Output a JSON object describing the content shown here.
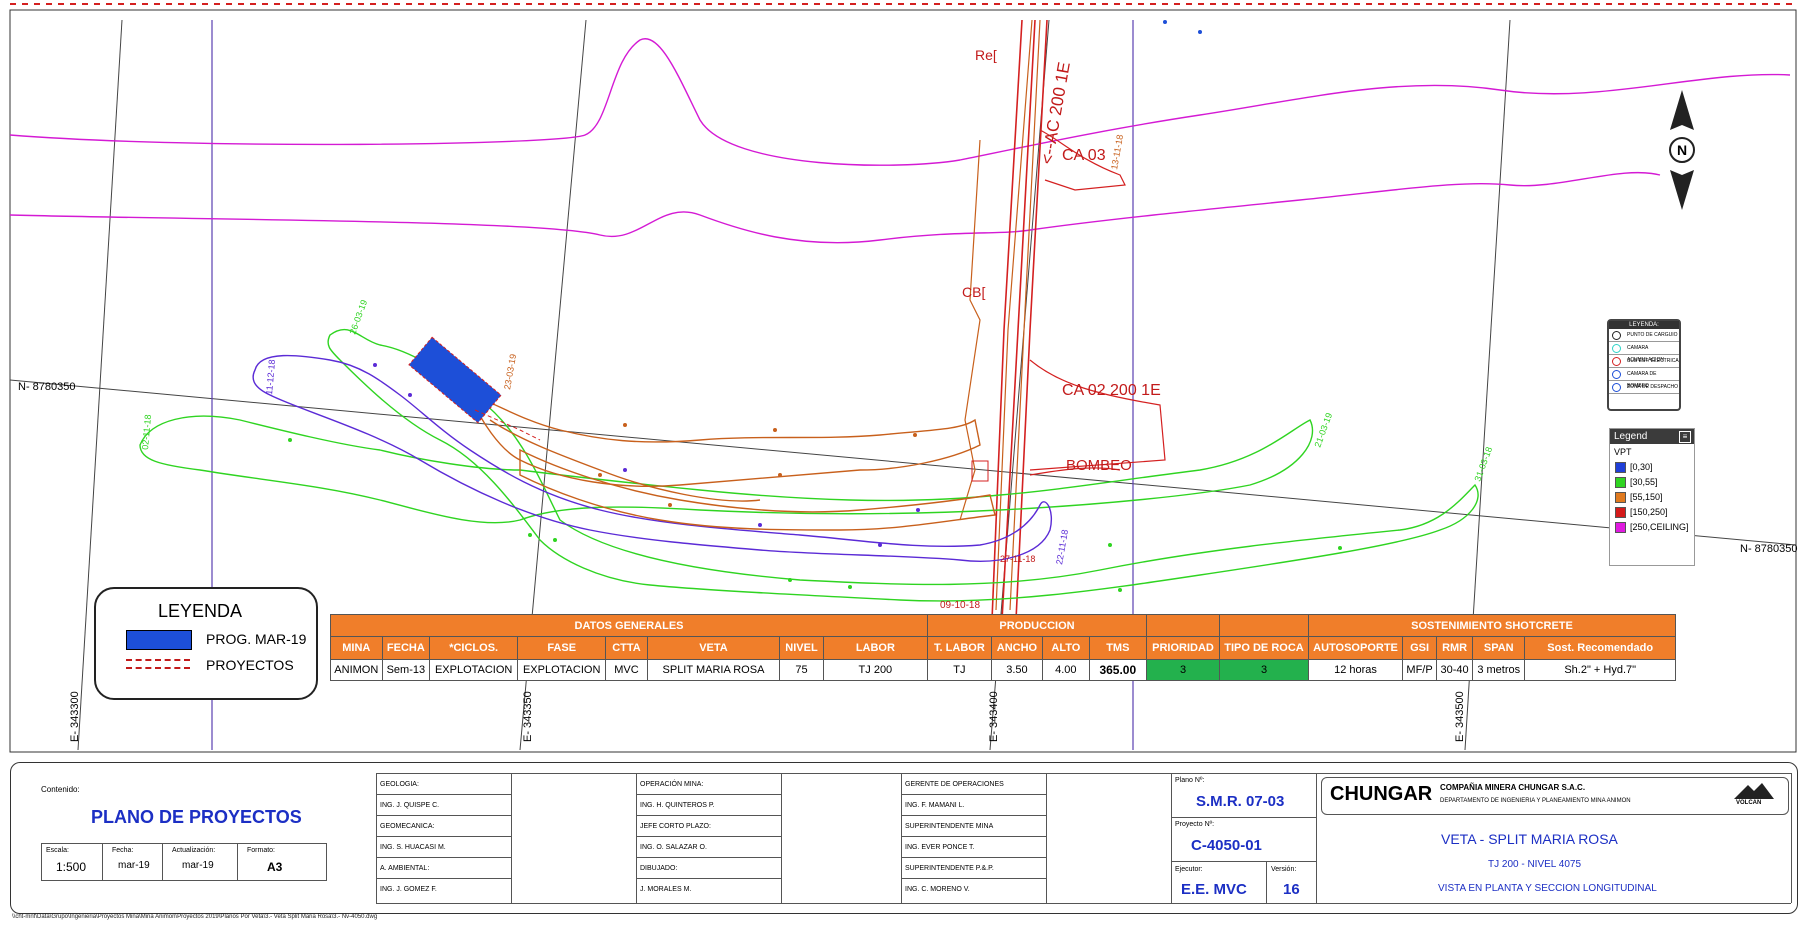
{
  "map": {
    "north_label": "N",
    "coords": {
      "n_west": "N- 8780350",
      "n_east": "N- 8780350",
      "e1": "E- 343300",
      "e2": "E- 343350",
      "e3": "E- 343400",
      "e4": "E- 343500"
    },
    "drawing_labels": {
      "ac200": "<--AC 200 1E",
      "ca03": "CA 03",
      "ca02": "CA 02 200 1E",
      "bombeo": "BOMBEO",
      "re": "Re[",
      "cb": "CB[",
      "date1": "13-11-18",
      "date2": "26-03-19",
      "date3": "23-03-19",
      "date4": "11-12-18",
      "date5": "02-11-18",
      "date6": "21-03-19",
      "date7": "31-03-18",
      "date8": "09-10-18",
      "date9": "27-11-18",
      "date10": "22-11-18"
    },
    "colors": {
      "purple": "#5b2bd6",
      "green": "#2fd421",
      "orange": "#c8601c",
      "magenta": "#d41ad4",
      "red": "#d42020",
      "blue": "#1d4fd8",
      "grid": "#5a3fb0"
    }
  },
  "legend_main": {
    "title": "LEYENDA",
    "item1": "PROG. MAR-19",
    "item2": "PROYECTOS"
  },
  "legend_small": {
    "title": "LEYENDA:",
    "items": [
      "PUNTO DE CARGUIO",
      "CAMARA ACUMULACION",
      "SUB EST. ELECTRICA",
      "CAMARA DE BOMBEO",
      "ZONA DE DESPACHO"
    ]
  },
  "legend_vpt": {
    "title": "Legend",
    "field": "VPT",
    "items": [
      {
        "label": "[0,30]",
        "color": "#1f3fd8"
      },
      {
        "label": "[30,55]",
        "color": "#2fd421"
      },
      {
        "label": "[55,150]",
        "color": "#e07a1f"
      },
      {
        "label": "[150,250]",
        "color": "#d41a1a"
      },
      {
        "label": "[250,CEILING]",
        "color": "#e01ae0"
      }
    ]
  },
  "data_table": {
    "groups": [
      "DATOS GENERALES",
      "PRODUCCION",
      "",
      "",
      "SOSTENIMIENTO SHOTCRETE"
    ],
    "headers": [
      "MINA",
      "FECHA",
      "*CICLOS.",
      "FASE",
      "CTTA",
      "VETA",
      "NIVEL",
      "LABOR",
      "T. LABOR",
      "ANCHO",
      "ALTO",
      "TMS",
      "PRIORIDAD",
      "TIPO DE ROCA",
      "AUTOSOPORTE",
      "GSI",
      "RMR",
      "SPAN",
      "Sost. Recomendado"
    ],
    "row": [
      "ANIMON",
      "Sem-13",
      "EXPLOTACION",
      "EXPLOTACION",
      "MVC",
      "SPLIT MARIA ROSA",
      "75",
      "TJ 200",
      "TJ",
      "3.50",
      "4.00",
      "365.00",
      "3",
      "3",
      "12 horas",
      "MF/P",
      "30-40",
      "3 metros",
      "Sh.2\" + Hyd.7\""
    ]
  },
  "title_block": {
    "contenido_label": "Contenido:",
    "title": "PLANO DE PROYECTOS",
    "escala_label": "Escala:",
    "escala": "1:500",
    "fecha_label": "Fecha:",
    "fecha": "mar-19",
    "actualizacion_label": "Actualización:",
    "actualizacion": "mar-19",
    "formato_label": "Formato:",
    "formato": "A3",
    "col1": [
      "GEOLOGIA:",
      "ING. J. QUISPE C.",
      "GEOMECANICA:",
      "ING. S. HUACASI M.",
      "A. AMBIENTAL:",
      "ING. J. GOMEZ F."
    ],
    "col2": [
      "OPERACIÓN MINA:",
      "ING. H. QUINTEROS P.",
      "JEFE CORTO PLAZO:",
      "ING. O. SALAZAR O.",
      "DIBUJADO:",
      "J. MORALES M."
    ],
    "col3": [
      "GERENTE DE OPERACIONES",
      "ING. F. MAMANI L.",
      "SUPERINTENDENTE MINA",
      "ING. EVER PONCE T.",
      "SUPERINTENDENTE P.&.P.",
      "ING. C. MORENO V."
    ],
    "plano_label": "Plano Nº:",
    "plano": "S.M.R. 07-03",
    "proyecto_label": "Proyecto Nº:",
    "proyecto": "C-4050-01",
    "ejecutor_label": "Ejecutor:",
    "ejecutor": "E.E. MVC",
    "version_label": "Versión:",
    "version": "16",
    "company_short": "CHUNGAR",
    "company_full": "COMPAÑIA MINERA CHUNGAR S.A.C.",
    "department": "DEPARTAMENTO DE INGENIERIA Y PLANEAMIENTO MINA ANIMON",
    "brand": "VOLCAN",
    "veta": "VETA - SPLIT MARIA ROSA",
    "nivel": "TJ 200 - NIVEL 4075",
    "vista": "VISTA EN PLANTA Y SECCION LONGITUDINAL"
  },
  "footer_path": "\\\\cht-mnf\\Data\\Grupo\\Ingenieria\\Proyectos Mina\\Mina Animon\\Proyectos 2019\\Planos Por Veta\\3.- Veta Split Maria Rosa\\3.- Nv-4050.dwg"
}
